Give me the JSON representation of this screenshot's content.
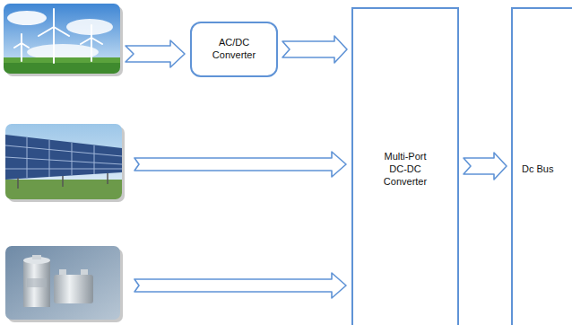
{
  "diagram": {
    "nodes": [
      {
        "text": [
          "AC/DC Converter"
        ]
      },
      {
        "text": [
          "Multi-Port DC-DC Converter"
        ]
      },
      {
        "text": [
          "Dc Bus"
        ]
      }
    ],
    "edges": [
      {
        "from": 0,
        "to": 1,
        "arrow": "to"
      },
      {
        "from": 1,
        "to": 2,
        "arrow": "to"
      }
    ]
  }
}
